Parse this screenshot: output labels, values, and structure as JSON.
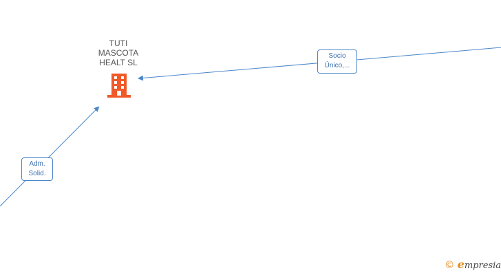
{
  "company": {
    "name": "TUTI\nMASCOTA\nHEALT SL",
    "icon": "building-icon",
    "icon_color": "#f05a28"
  },
  "relations": [
    {
      "label_line1": "Socio",
      "label_line2": "Único,..."
    },
    {
      "label_line1": "Adm.",
      "label_line2": "Solid."
    }
  ],
  "colors": {
    "edge": "#4a86c8",
    "label_text": "#3a6fb0"
  },
  "footer": {
    "copyright_symbol": "©",
    "brand_first_letter": "e",
    "brand_rest": "mpresia"
  }
}
